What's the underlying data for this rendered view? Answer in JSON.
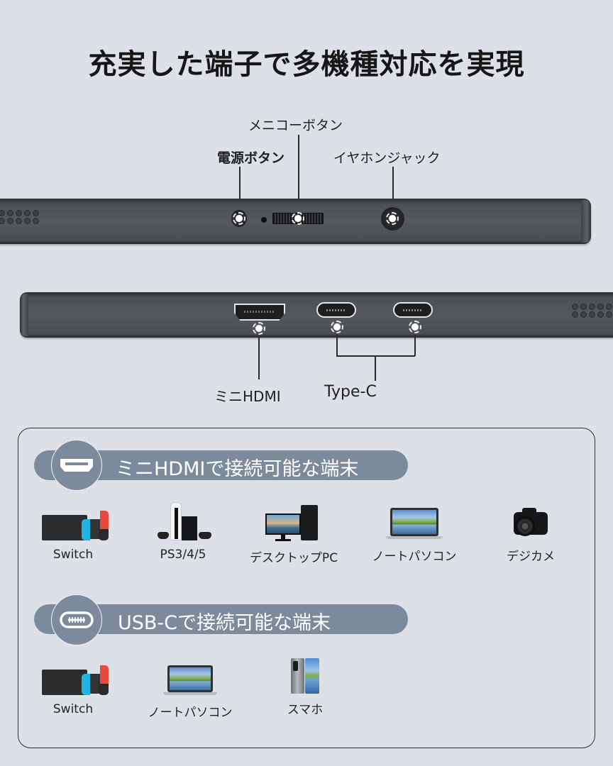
{
  "title": "充実した端子で多機種対応を実現",
  "top_side": {
    "labels": {
      "menu_button": "メニコーボタン",
      "power_button": "電源ボタン",
      "earphone_jack": "イヤホンジャック"
    }
  },
  "bottom_side": {
    "labels": {
      "mini_hdmi": "ミニHDMI",
      "type_c": "Type-C"
    }
  },
  "compat": {
    "hdmi_section": {
      "icon": "hdmi-port-icon",
      "heading": "ミニHDMIで接続可能な端末",
      "devices": [
        {
          "label": "Switch",
          "icon": "nintendo-switch-icon"
        },
        {
          "label": "PS3/4/5",
          "icon": "playstation-icon"
        },
        {
          "label": "デスクトップPC",
          "icon": "desktop-pc-icon"
        },
        {
          "label": "ノートパソコン",
          "icon": "laptop-icon"
        },
        {
          "label": "デジカメ",
          "icon": "camera-icon"
        }
      ]
    },
    "usbc_section": {
      "icon": "usb-c-port-icon",
      "heading": "USB-Cで接続可能な端末",
      "devices": [
        {
          "label": "Switch",
          "icon": "nintendo-switch-icon"
        },
        {
          "label": "ノートパソコン",
          "icon": "laptop-icon"
        },
        {
          "label": "スマホ",
          "icon": "smartphone-icon"
        }
      ]
    }
  },
  "colors": {
    "background": "#dde0e7",
    "pill": "#7d8a9c",
    "device_body": "#4c4f53",
    "joycon_red": "#e8493f",
    "joycon_blue": "#1fb5e0"
  }
}
